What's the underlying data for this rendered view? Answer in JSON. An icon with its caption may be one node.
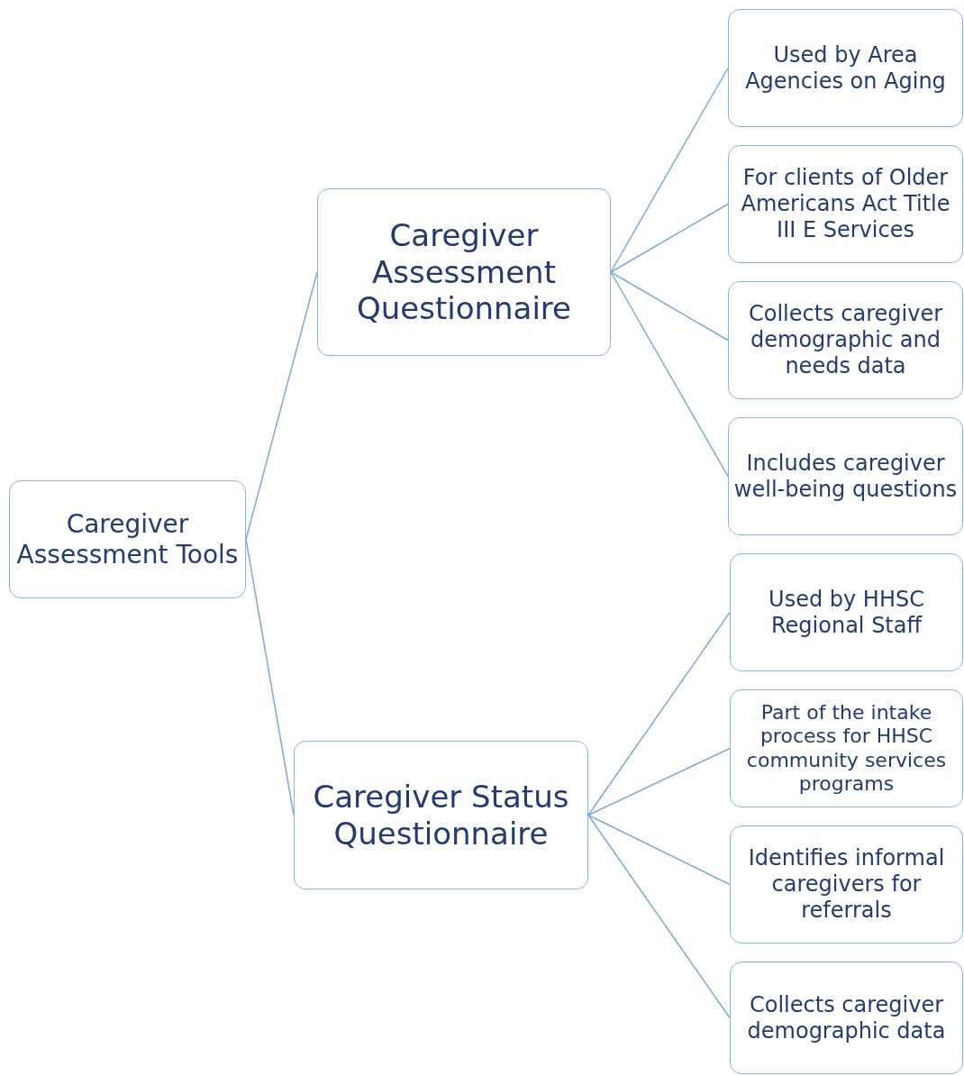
{
  "diagram": {
    "nodes": [
      {
        "text": [
          "Caregiver Assessment Tools"
        ]
      },
      {
        "text": [
          "Caregiver Assessment Questionnaire"
        ]
      },
      {
        "text": [
          "Used by Area Agencies on Aging"
        ]
      },
      {
        "text": [
          "For clients of Older Americans Act Title III E Services"
        ]
      },
      {
        "text": [
          "Collects caregiver demographic and needs data"
        ]
      },
      {
        "text": [
          "Includes caregiver well-being questions"
        ]
      },
      {
        "text": [
          "Caregiver Status Questionnaire"
        ]
      },
      {
        "text": [
          "Used by HHSC Regional Staff"
        ]
      },
      {
        "text": [
          "Part of the intake process for HHSC community services programs"
        ]
      },
      {
        "text": [
          "Identifies informal caregivers for referrals"
        ]
      },
      {
        "text": [
          "Collects caregiver demographic data"
        ]
      }
    ],
    "edges": [
      {
        "from": 0,
        "to": 1,
        "arrow": "none"
      },
      {
        "from": 1,
        "to": 2,
        "arrow": "none"
      },
      {
        "from": 1,
        "to": 3,
        "arrow": "none"
      },
      {
        "from": 1,
        "to": 4,
        "arrow": "none"
      },
      {
        "from": 1,
        "to": 5,
        "arrow": "none"
      },
      {
        "from": 0,
        "to": 6,
        "arrow": "none"
      },
      {
        "from": 6,
        "to": 7,
        "arrow": "none"
      },
      {
        "from": 6,
        "to": 8,
        "arrow": "none"
      },
      {
        "from": 6,
        "to": 9,
        "arrow": "none"
      },
      {
        "from": 6,
        "to": 10,
        "arrow": "none"
      }
    ]
  }
}
